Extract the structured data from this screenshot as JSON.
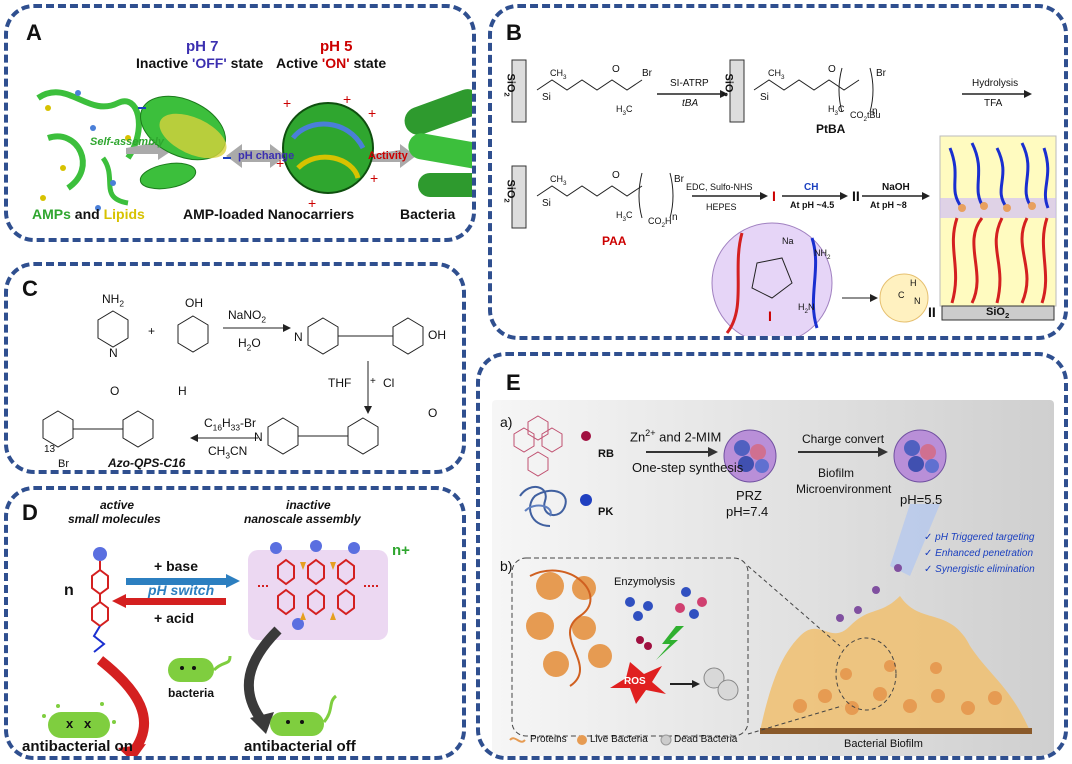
{
  "panelA": {
    "label": "A",
    "ph7": "pH 7",
    "inactive_prefix": "Inactive ",
    "inactive_state": "'OFF'",
    "inactive_suffix": " state",
    "ph5": "pH 5",
    "active_prefix": "Active ",
    "active_state": "'ON'",
    "active_suffix": " state",
    "self_assembly": "Self-assembly",
    "ph_change": "pH change",
    "activity": "Activity",
    "amps": "AMPs",
    "and": " and ",
    "lipids": "Lipids",
    "nanocarriers": "AMP-loaded Nanocarriers",
    "bacteria": "Bacteria"
  },
  "panelB": {
    "label": "B",
    "sio2": "SiO",
    "sio2_sub": "2",
    "si_atrp": "SI-ATRP",
    "tba": "tBA",
    "hydrolysis": "Hydrolysis",
    "tfa": "TFA",
    "ptba": "PtBA",
    "paa": "PAA",
    "edc": "EDC, Sulfo-NHS",
    "hepes": "HEPES",
    "roman1": "I",
    "ch": "CH",
    "ph45": "At pH ~4.5",
    "roman2": "II",
    "naoh": "NaOH",
    "ph8": "At pH ~8",
    "ch3": "CH",
    "ch3_sub": "3",
    "br": "Br",
    "n": "n",
    "si": "Si",
    "o": "O",
    "co2tbu": "CO",
    "co2tbu_sub": "2",
    "co2tbu_tail": "tBu",
    "co2h": "CO",
    "co2h_sub": "2",
    "co2h_tail": "H",
    "h3c": "H",
    "h3c_sub": "3",
    "h3c_tail": "C",
    "na": "Na",
    "nh2": "NH",
    "nh2_sub": "2",
    "h2n": "H",
    "h2n_sub": "2",
    "h2n_tail": "N",
    "c": "C",
    "h": "H",
    "nh": "N"
  },
  "panelC": {
    "label": "C",
    "nh2": "NH",
    "nh2_sub": "2",
    "oh": "OH",
    "plus": "+",
    "nano2": "NaNO",
    "nano2_sub": "2",
    "h2o": "H",
    "h2o_sub": "2",
    "h2o_tail": "O",
    "n_atom": "N",
    "thf": "THF",
    "cl": "Cl",
    "c16": "C",
    "c16_sub": "16",
    "c16_h": "H",
    "c16_sub2": "33",
    "c16_tail": "-Br",
    "ch3cn": "CH",
    "ch3cn_sub": "3",
    "ch3cn_tail": "CN",
    "br": "Br",
    "name": "Azo-QPS-C16",
    "h": "H",
    "o": "O",
    "sub13": "13"
  },
  "panelD": {
    "label": "D",
    "active1": "active",
    "active2": "small molecules",
    "inactive1": "inactive",
    "inactive2": "nanoscale assembly",
    "base": "+ base",
    "ph_switch": "pH switch",
    "acid": "+ acid",
    "n": "n",
    "n_plus": "n+",
    "bacteria": "bacteria",
    "on": "antibacterial on",
    "off": "antibacterial off",
    "x": "x"
  },
  "panelE": {
    "label": "E",
    "a": "a)",
    "b": "b)",
    "rb": "RB",
    "pk": "PK",
    "zn": "Zn",
    "zn_sup": "2+",
    "zn_tail": " and 2-MIM",
    "one_step": "One-step synthesis",
    "prz": "PRZ",
    "ph74": "pH=7.4",
    "charge": "Charge convert",
    "biofilm1": "Biofilm",
    "biofilm2": "Microenvironment",
    "ph55": "pH=5.5",
    "check1": "pH Triggered targeting",
    "check2": "Enhanced penetration",
    "check3": "Synergistic elimination",
    "check_mark": "✓",
    "enzymolysis": "Enzymolysis",
    "ros": "ROS",
    "biofilm_label": "Bacterial Biofilm",
    "leg_proteins": "Proteins",
    "leg_live": "Live Bacteria",
    "leg_dead": "Dead Bacteria"
  },
  "colors": {
    "frame": "#2f4f8f",
    "green": "#2fa62f",
    "yellow": "#d7c200",
    "red": "#cc0000",
    "blue": "#1a3fbf",
    "orange": "#e69b52"
  }
}
